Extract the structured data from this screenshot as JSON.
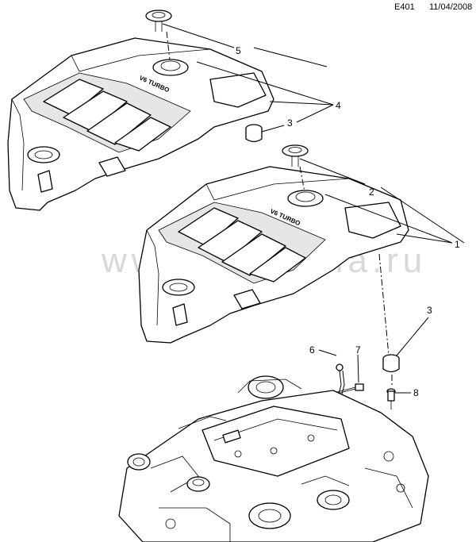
{
  "header": {
    "code": "E401",
    "date": "11/04/2008"
  },
  "watermark": "www.gm-skiia.ru",
  "cover_brand_text": "V6 TURBO",
  "callouts": {
    "c1": "1",
    "c2": "2",
    "c3a": "3",
    "c3b": "3",
    "c4": "4",
    "c5": "5",
    "c6": "6",
    "c7": "7",
    "c8": "8"
  }
}
